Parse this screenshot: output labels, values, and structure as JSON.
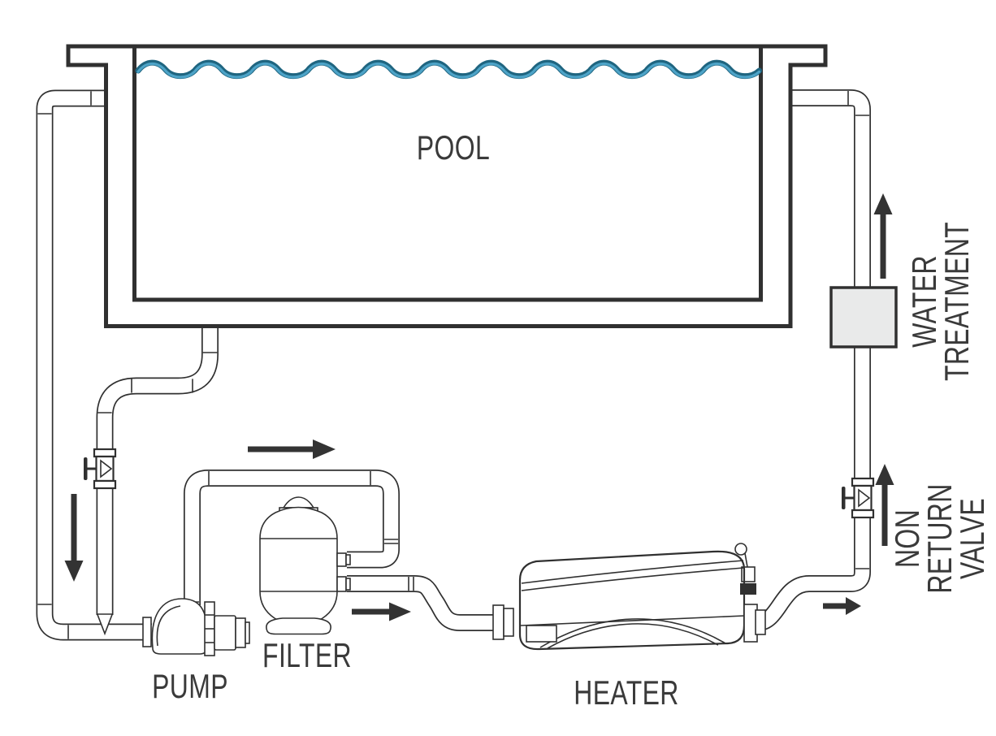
{
  "diagram": {
    "labels": {
      "pool": "POOL",
      "pump": "PUMP",
      "filter": "FILTER",
      "heater": "HEATER",
      "water_treatment": "WATER\nTREATMENT",
      "non_return_valve": "NON RETURN\nVALVE"
    },
    "flow_arrows": [
      {
        "name": "pool-drain-flow",
        "direction": "down"
      },
      {
        "name": "pump-to-filter-flow",
        "direction": "right"
      },
      {
        "name": "filter-to-heater-flow",
        "direction": "right"
      },
      {
        "name": "heater-to-riser-flow",
        "direction": "right"
      },
      {
        "name": "non-return-valve-flow",
        "direction": "up"
      },
      {
        "name": "water-treatment-flow",
        "direction": "up"
      }
    ]
  },
  "colors": {
    "line": "#303030",
    "text": "#3a3a3a",
    "arrow": "#333333",
    "water-dark": "#1f6580",
    "water-light": "#4da3c7",
    "box-fill": "#e9eaea",
    "pipe-fill": "#ffffff",
    "background": "#ffffff"
  }
}
